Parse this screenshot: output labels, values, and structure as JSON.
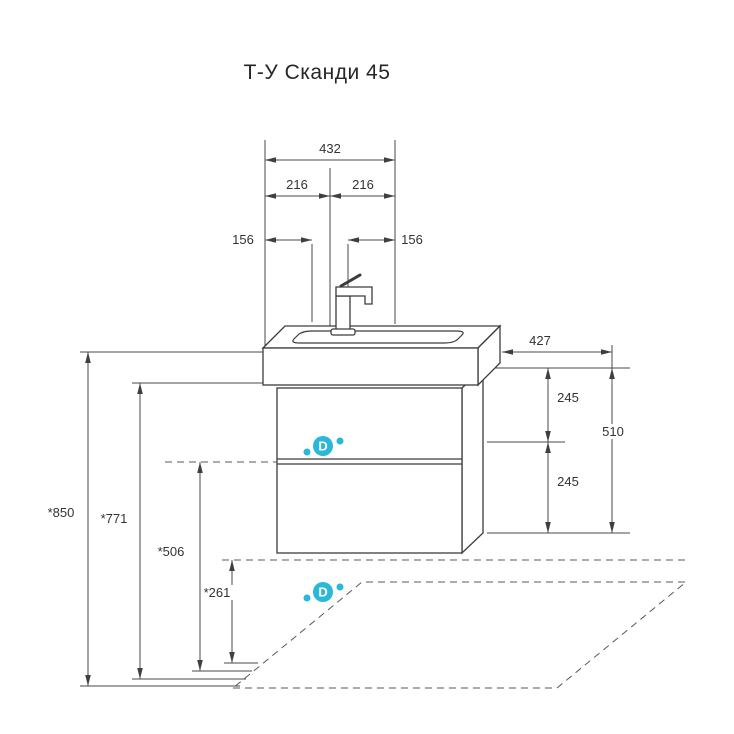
{
  "title": "Т-У Сканди 45",
  "brand": {
    "logo_letter": "D"
  },
  "colors": {
    "accent": "#29b7da",
    "line": "#3c3c3c"
  },
  "dimensions": {
    "top": {
      "overall_width": "432",
      "half_left": "216",
      "half_right": "216",
      "offset_left": "156",
      "offset_right": "156"
    },
    "right": {
      "depth": "427",
      "upper_section": "245",
      "total_height": "510",
      "lower_section": "245"
    },
    "left": {
      "floor_to_basin_top": "*850",
      "floor_to_cabinet_top": "*771",
      "floor_to_drawer_split": "*506",
      "floor_to_cabinet_bottom": "*261"
    }
  }
}
